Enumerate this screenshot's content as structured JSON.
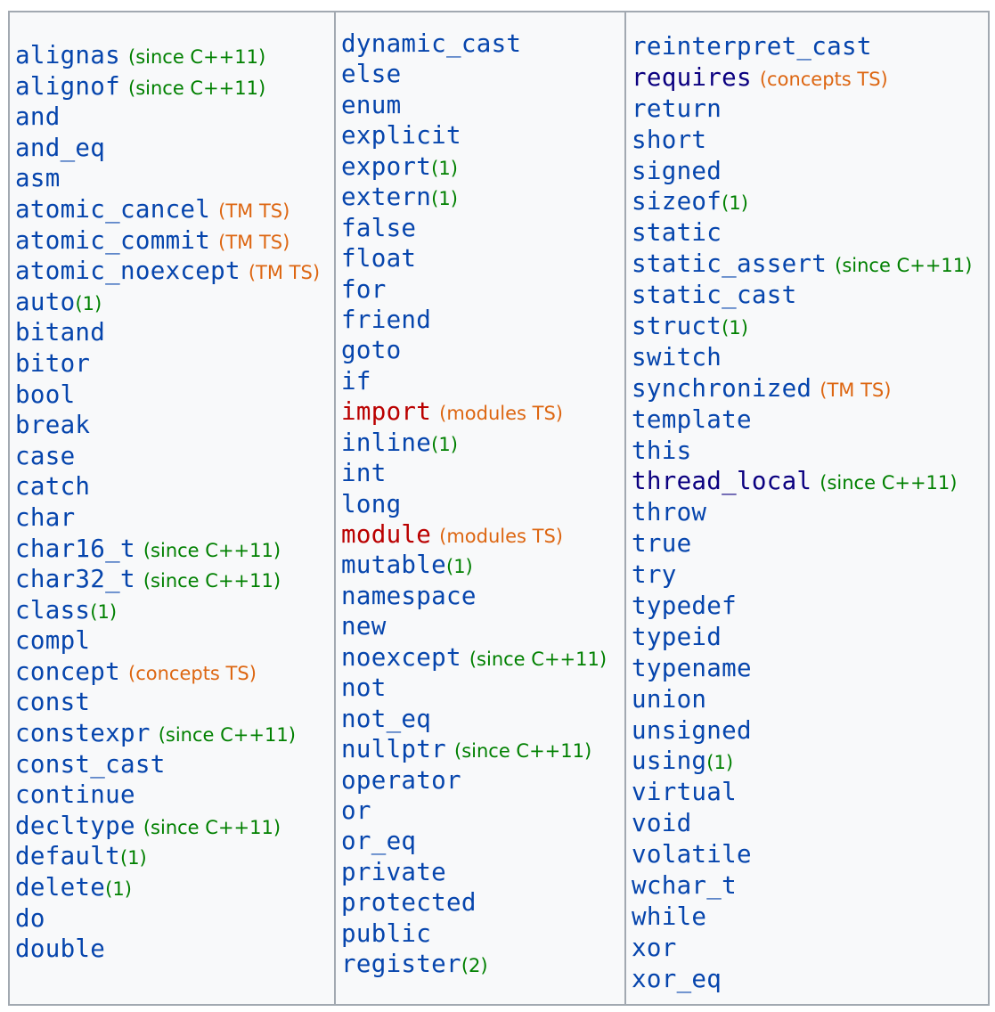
{
  "colors": {
    "keyword": "#0645ad",
    "keyword_visited": "#0b0080",
    "keyword_missing": "#ba0000",
    "since_note": "#008000",
    "ts_note": "#dd6611",
    "table_border": "#a2a9b1",
    "table_background": "#f8f9fa"
  },
  "columns": [
    {
      "items": [
        {
          "keyword": "alignas",
          "note": "(since C++11)",
          "note_kind": "since"
        },
        {
          "keyword": "alignof",
          "note": "(since C++11)",
          "note_kind": "since"
        },
        {
          "keyword": "and"
        },
        {
          "keyword": "and_eq"
        },
        {
          "keyword": "asm"
        },
        {
          "keyword": "atomic_cancel",
          "note": "(TM TS)",
          "note_kind": "ts"
        },
        {
          "keyword": "atomic_commit",
          "note": "(TM TS)",
          "note_kind": "ts"
        },
        {
          "keyword": "atomic_noexcept",
          "note": "(TM TS)",
          "note_kind": "ts"
        },
        {
          "keyword": "auto",
          "note": "(1)",
          "note_kind": "ref"
        },
        {
          "keyword": "bitand"
        },
        {
          "keyword": "bitor"
        },
        {
          "keyword": "bool"
        },
        {
          "keyword": "break"
        },
        {
          "keyword": "case"
        },
        {
          "keyword": "catch"
        },
        {
          "keyword": "char"
        },
        {
          "keyword": "char16_t",
          "note": "(since C++11)",
          "note_kind": "since"
        },
        {
          "keyword": "char32_t",
          "note": "(since C++11)",
          "note_kind": "since"
        },
        {
          "keyword": "class",
          "note": "(1)",
          "note_kind": "ref"
        },
        {
          "keyword": "compl"
        },
        {
          "keyword": "concept",
          "note": "(concepts TS)",
          "note_kind": "ts"
        },
        {
          "keyword": "const"
        },
        {
          "keyword": "constexpr",
          "note": "(since C++11)",
          "note_kind": "since"
        },
        {
          "keyword": "const_cast"
        },
        {
          "keyword": "continue"
        },
        {
          "keyword": "decltype",
          "note": "(since C++11)",
          "note_kind": "since"
        },
        {
          "keyword": "default",
          "note": "(1)",
          "note_kind": "ref"
        },
        {
          "keyword": "delete",
          "note": "(1)",
          "note_kind": "ref"
        },
        {
          "keyword": "do"
        },
        {
          "keyword": "double"
        }
      ]
    },
    {
      "items": [
        {
          "keyword": "dynamic_cast"
        },
        {
          "keyword": "else"
        },
        {
          "keyword": "enum"
        },
        {
          "keyword": "explicit"
        },
        {
          "keyword": "export",
          "note": "(1)",
          "note_kind": "ref"
        },
        {
          "keyword": "extern",
          "note": "(1)",
          "note_kind": "ref"
        },
        {
          "keyword": "false"
        },
        {
          "keyword": "float"
        },
        {
          "keyword": "for"
        },
        {
          "keyword": "friend"
        },
        {
          "keyword": "goto"
        },
        {
          "keyword": "if"
        },
        {
          "keyword": "import",
          "note": "(modules TS)",
          "note_kind": "ts",
          "link": "missing"
        },
        {
          "keyword": "inline",
          "note": "(1)",
          "note_kind": "ref"
        },
        {
          "keyword": "int"
        },
        {
          "keyword": "long"
        },
        {
          "keyword": "module",
          "note": "(modules TS)",
          "note_kind": "ts",
          "link": "missing"
        },
        {
          "keyword": "mutable",
          "note": "(1)",
          "note_kind": "ref"
        },
        {
          "keyword": "namespace"
        },
        {
          "keyword": "new"
        },
        {
          "keyword": "noexcept",
          "note": "(since C++11)",
          "note_kind": "since"
        },
        {
          "keyword": "not"
        },
        {
          "keyword": "not_eq"
        },
        {
          "keyword": "nullptr",
          "note": "(since C++11)",
          "note_kind": "since"
        },
        {
          "keyword": "operator"
        },
        {
          "keyword": "or"
        },
        {
          "keyword": "or_eq"
        },
        {
          "keyword": "private"
        },
        {
          "keyword": "protected"
        },
        {
          "keyword": "public"
        },
        {
          "keyword": "register",
          "note": "(2)",
          "note_kind": "ref"
        }
      ]
    },
    {
      "items": [
        {
          "keyword": "reinterpret_cast"
        },
        {
          "keyword": "requires",
          "note": "(concepts TS)",
          "note_kind": "ts",
          "link": "visited"
        },
        {
          "keyword": "return"
        },
        {
          "keyword": "short"
        },
        {
          "keyword": "signed"
        },
        {
          "keyword": "sizeof",
          "note": "(1)",
          "note_kind": "ref"
        },
        {
          "keyword": "static"
        },
        {
          "keyword": "static_assert",
          "note": "(since C++11)",
          "note_kind": "since"
        },
        {
          "keyword": "static_cast"
        },
        {
          "keyword": "struct",
          "note": "(1)",
          "note_kind": "ref"
        },
        {
          "keyword": "switch"
        },
        {
          "keyword": "synchronized",
          "note": "(TM TS)",
          "note_kind": "ts"
        },
        {
          "keyword": "template"
        },
        {
          "keyword": "this"
        },
        {
          "keyword": "thread_local",
          "note": "(since C++11)",
          "note_kind": "since",
          "link": "visited"
        },
        {
          "keyword": "throw"
        },
        {
          "keyword": "true"
        },
        {
          "keyword": "try"
        },
        {
          "keyword": "typedef"
        },
        {
          "keyword": "typeid"
        },
        {
          "keyword": "typename"
        },
        {
          "keyword": "union"
        },
        {
          "keyword": "unsigned"
        },
        {
          "keyword": "using",
          "note": "(1)",
          "note_kind": "ref"
        },
        {
          "keyword": "virtual"
        },
        {
          "keyword": "void"
        },
        {
          "keyword": "volatile"
        },
        {
          "keyword": "wchar_t"
        },
        {
          "keyword": "while"
        },
        {
          "keyword": "xor"
        },
        {
          "keyword": "xor_eq"
        }
      ]
    }
  ]
}
